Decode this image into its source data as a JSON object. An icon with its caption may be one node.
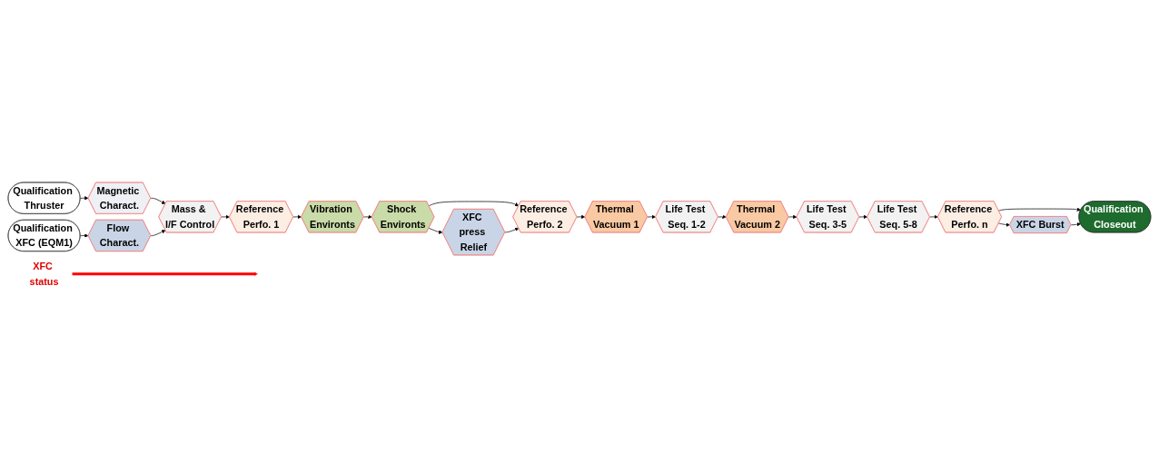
{
  "diagram": {
    "nodes": [
      {
        "text": [
          "Qualification Thruster"
        ]
      },
      {
        "text": [
          "Magnetic Charact."
        ]
      },
      {
        "text": [
          "Qualification XFC (EQM1)"
        ]
      },
      {
        "text": [
          "Flow Charact."
        ]
      },
      {
        "text": [
          "Mass & I/F Control"
        ]
      },
      {
        "text": [
          "Reference Perfo. 1"
        ]
      },
      {
        "text": [
          "Vibration Environts"
        ]
      },
      {
        "text": [
          "Shock Environts"
        ]
      },
      {
        "text": [
          "XFC press Relief"
        ]
      },
      {
        "text": [
          "Reference Perfo. 2"
        ]
      },
      {
        "text": [
          "Thermal Vacuum 1"
        ]
      },
      {
        "text": [
          "Life Test Seq. 1-2"
        ]
      },
      {
        "text": [
          "Thermal Vacuum 2"
        ]
      },
      {
        "text": [
          "Life Test Seq. 3-5"
        ]
      },
      {
        "text": [
          "Life Test Seq. 5-8"
        ]
      },
      {
        "text": [
          "Reference Perfo. n"
        ]
      },
      {
        "text": [
          "XFC Burst"
        ]
      },
      {
        "text": [
          "Qualification Closeout"
        ]
      },
      {
        "text": [
          "XFC status"
        ]
      }
    ],
    "edges": [
      {
        "from": 0,
        "to": 1,
        "arrow": "to"
      },
      {
        "from": 2,
        "to": 3,
        "arrow": "to"
      },
      {
        "from": 1,
        "to": 4,
        "arrow": "to"
      },
      {
        "from": 3,
        "to": 4,
        "arrow": "to"
      },
      {
        "from": 4,
        "to": 5,
        "arrow": "to"
      },
      {
        "from": 5,
        "to": 6,
        "arrow": "to"
      },
      {
        "from": 6,
        "to": 7,
        "arrow": "to"
      },
      {
        "from": 7,
        "to": 9,
        "arrow": "to"
      },
      {
        "from": 7,
        "to": 8,
        "arrow": "to"
      },
      {
        "from": 8,
        "to": 9,
        "arrow": "to"
      },
      {
        "from": 9,
        "to": 10,
        "arrow": "to"
      },
      {
        "from": 10,
        "to": 11,
        "arrow": "to"
      },
      {
        "from": 11,
        "to": 12,
        "arrow": "to"
      },
      {
        "from": 12,
        "to": 13,
        "arrow": "to"
      },
      {
        "from": 13,
        "to": 14,
        "arrow": "to"
      },
      {
        "from": 14,
        "to": 15,
        "arrow": "to"
      },
      {
        "from": 15,
        "to": 17,
        "arrow": "to"
      },
      {
        "from": 15,
        "to": 16,
        "arrow": "to"
      },
      {
        "from": 16,
        "to": 17,
        "arrow": "to"
      },
      {
        "from": 18,
        "to": null,
        "arrow": "to",
        "style": "thick",
        "color": "#ff0000"
      }
    ]
  }
}
